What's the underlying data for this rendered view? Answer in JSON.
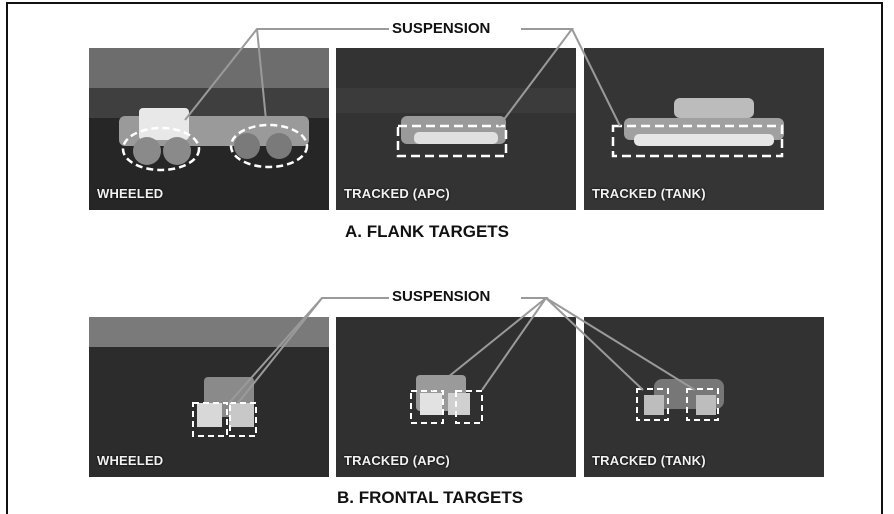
{
  "row_a": {
    "suspension_label": "SUSPENSION",
    "caption": "A. FLANK TARGETS",
    "panels": [
      {
        "label": "WHEELED"
      },
      {
        "label": "TRACKED (APC)"
      },
      {
        "label": "TRACKED (TANK)"
      }
    ]
  },
  "row_b": {
    "suspension_label": "SUSPENSION",
    "caption": "B. FRONTAL TARGETS",
    "panels": [
      {
        "label": "WHEELED"
      },
      {
        "label": "TRACKED (APC)"
      },
      {
        "label": "TRACKED (TANK)"
      }
    ]
  },
  "colors": {
    "leader_line": "#9a9a9a",
    "highlight_box": "#ffffff",
    "panel_background": "#2e2e2e"
  }
}
